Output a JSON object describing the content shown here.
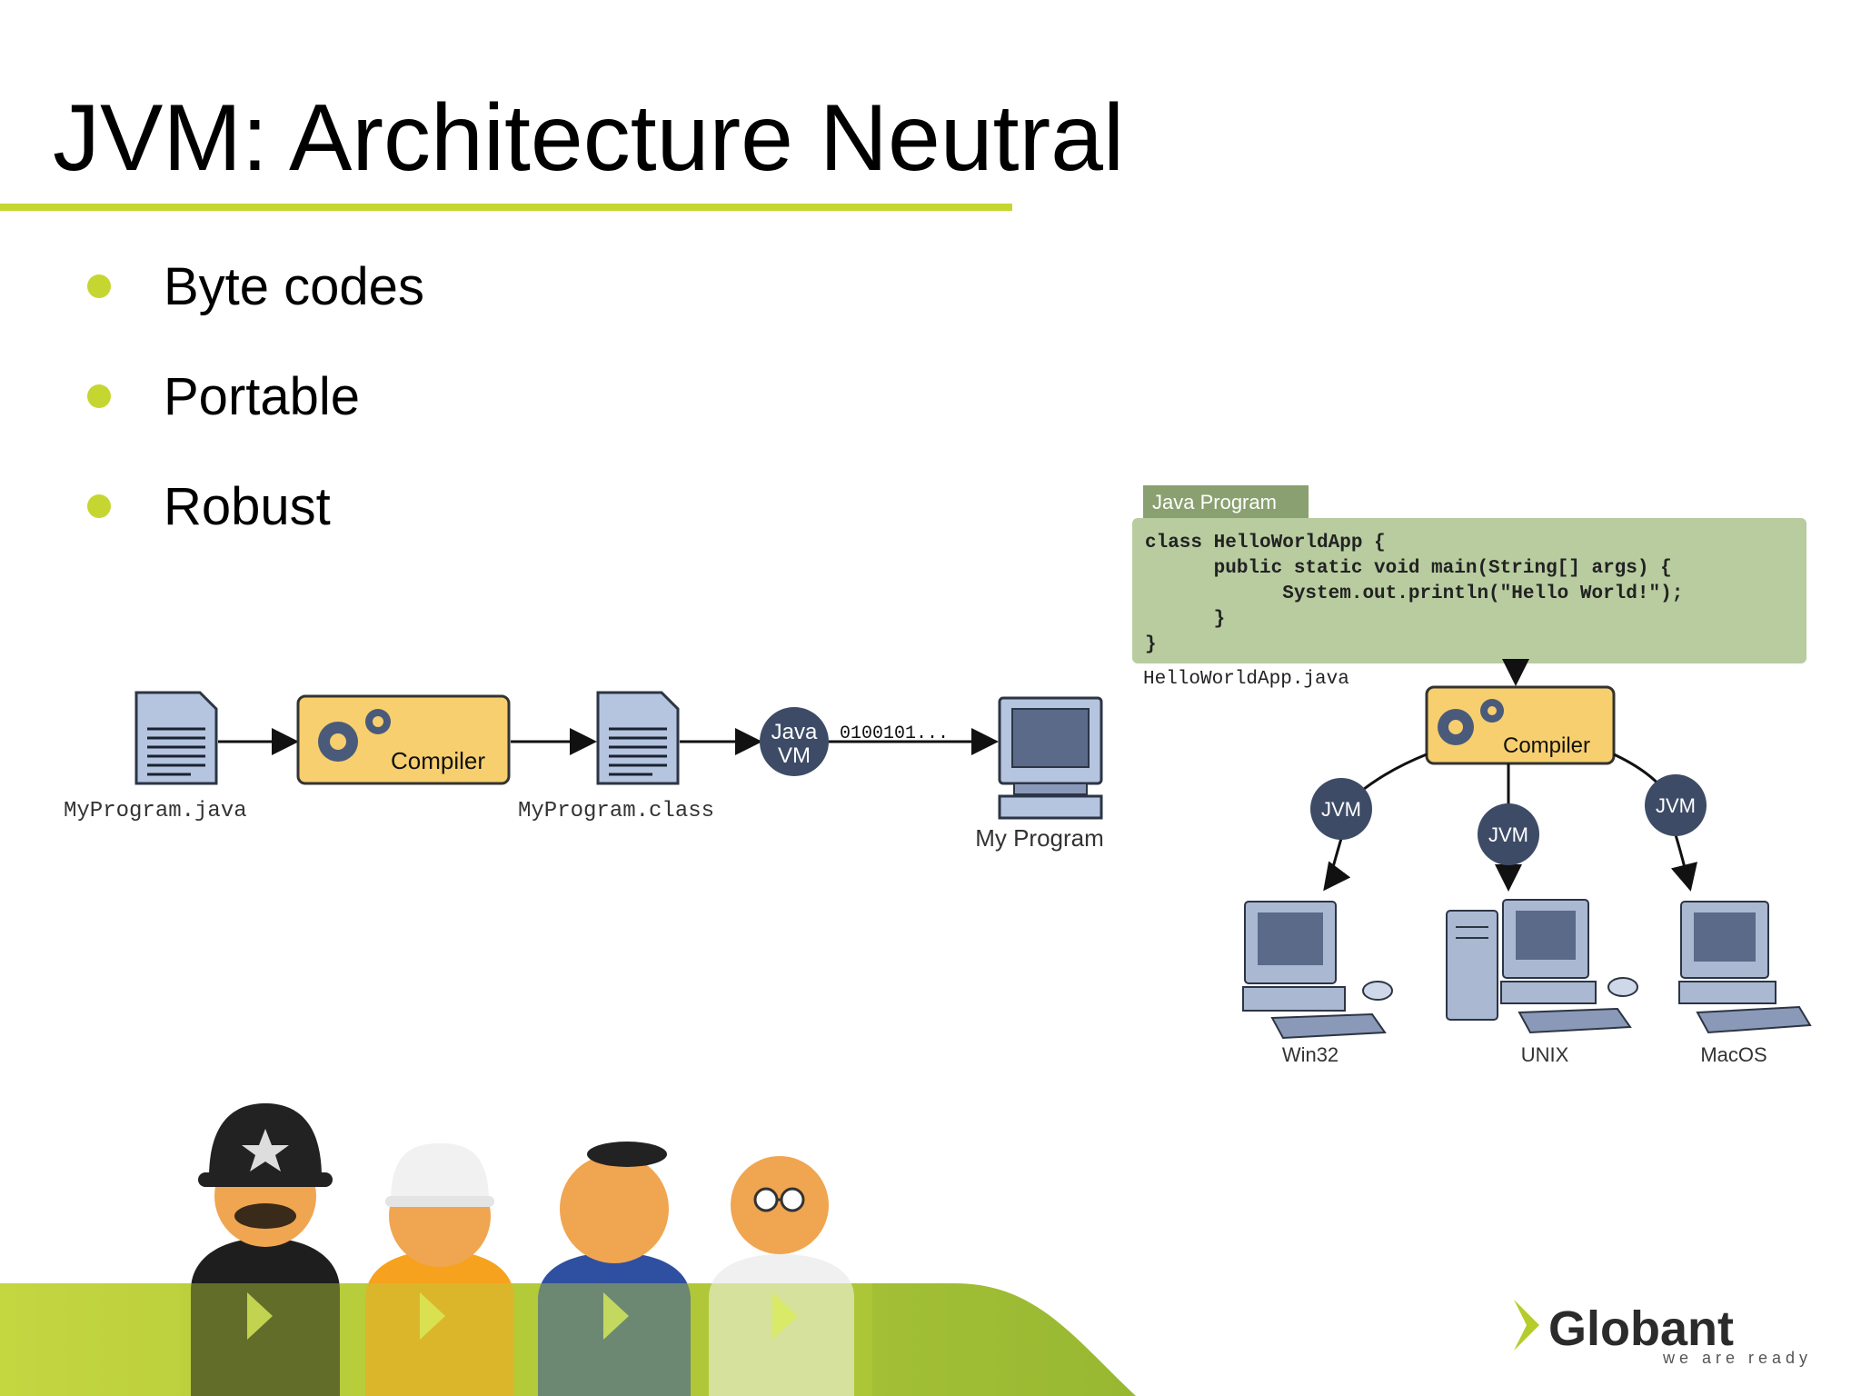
{
  "slide": {
    "title": "JVM: Architecture Neutral",
    "bullets": [
      "Byte codes",
      "Portable",
      "Robust"
    ]
  },
  "left_diagram": {
    "source_file": "MyProgram.java",
    "compiler": "Compiler",
    "class_file": "MyProgram.class",
    "vm_line1": "Java",
    "vm_line2": "VM",
    "bytes": "0100101...",
    "output": "My Program"
  },
  "right_diagram": {
    "tab": "Java Program",
    "code": [
      "class HelloWorldApp {",
      "      public static void main(String[] args) {",
      "            System.out.println(\"Hello World!\");",
      "      }",
      "}"
    ],
    "file": "HelloWorldApp.java",
    "compiler": "Compiler",
    "jvm": "JVM",
    "platforms": [
      "Win32",
      "UNIX",
      "MacOS"
    ]
  },
  "logo": {
    "name": "Globant",
    "tagline": "we are ready"
  },
  "colors": {
    "accent": "#c6d630",
    "compiler_fill": "#f7cf6e",
    "code_panel": "#b8cca0",
    "jvm_node": "#3d4b66",
    "footer_green": "#a6c43a"
  },
  "icons": [
    "document-icon",
    "gear-icon",
    "monitor-icon",
    "desktop-computer-icon",
    "server-tower-icon",
    "mouse-icon",
    "keyboard-icon",
    "policeman-avatar",
    "builder-avatar",
    "artist-avatar",
    "professor-avatar",
    "globant-logo"
  ]
}
